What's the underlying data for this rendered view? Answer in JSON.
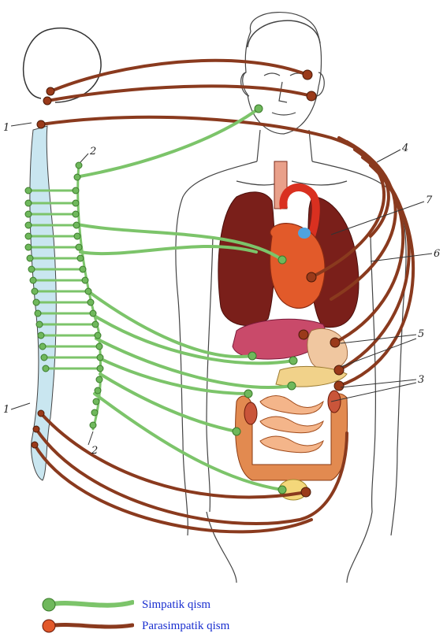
{
  "labels": {
    "l1_top": "1",
    "l1_bottom": "1",
    "l2_top": "2",
    "l2_bottom": "2",
    "l3": "3",
    "l4": "4",
    "l5": "5",
    "l6": "6",
    "l7": "7"
  },
  "legend": {
    "sympathetic": "Simpatik qism",
    "parasympathetic": "Parasimpatik qism"
  },
  "colors": {
    "sympathetic": "#7cc46a",
    "parasympathetic": "#8a3a1e",
    "spinal_cord": "#c9e6f0"
  }
}
